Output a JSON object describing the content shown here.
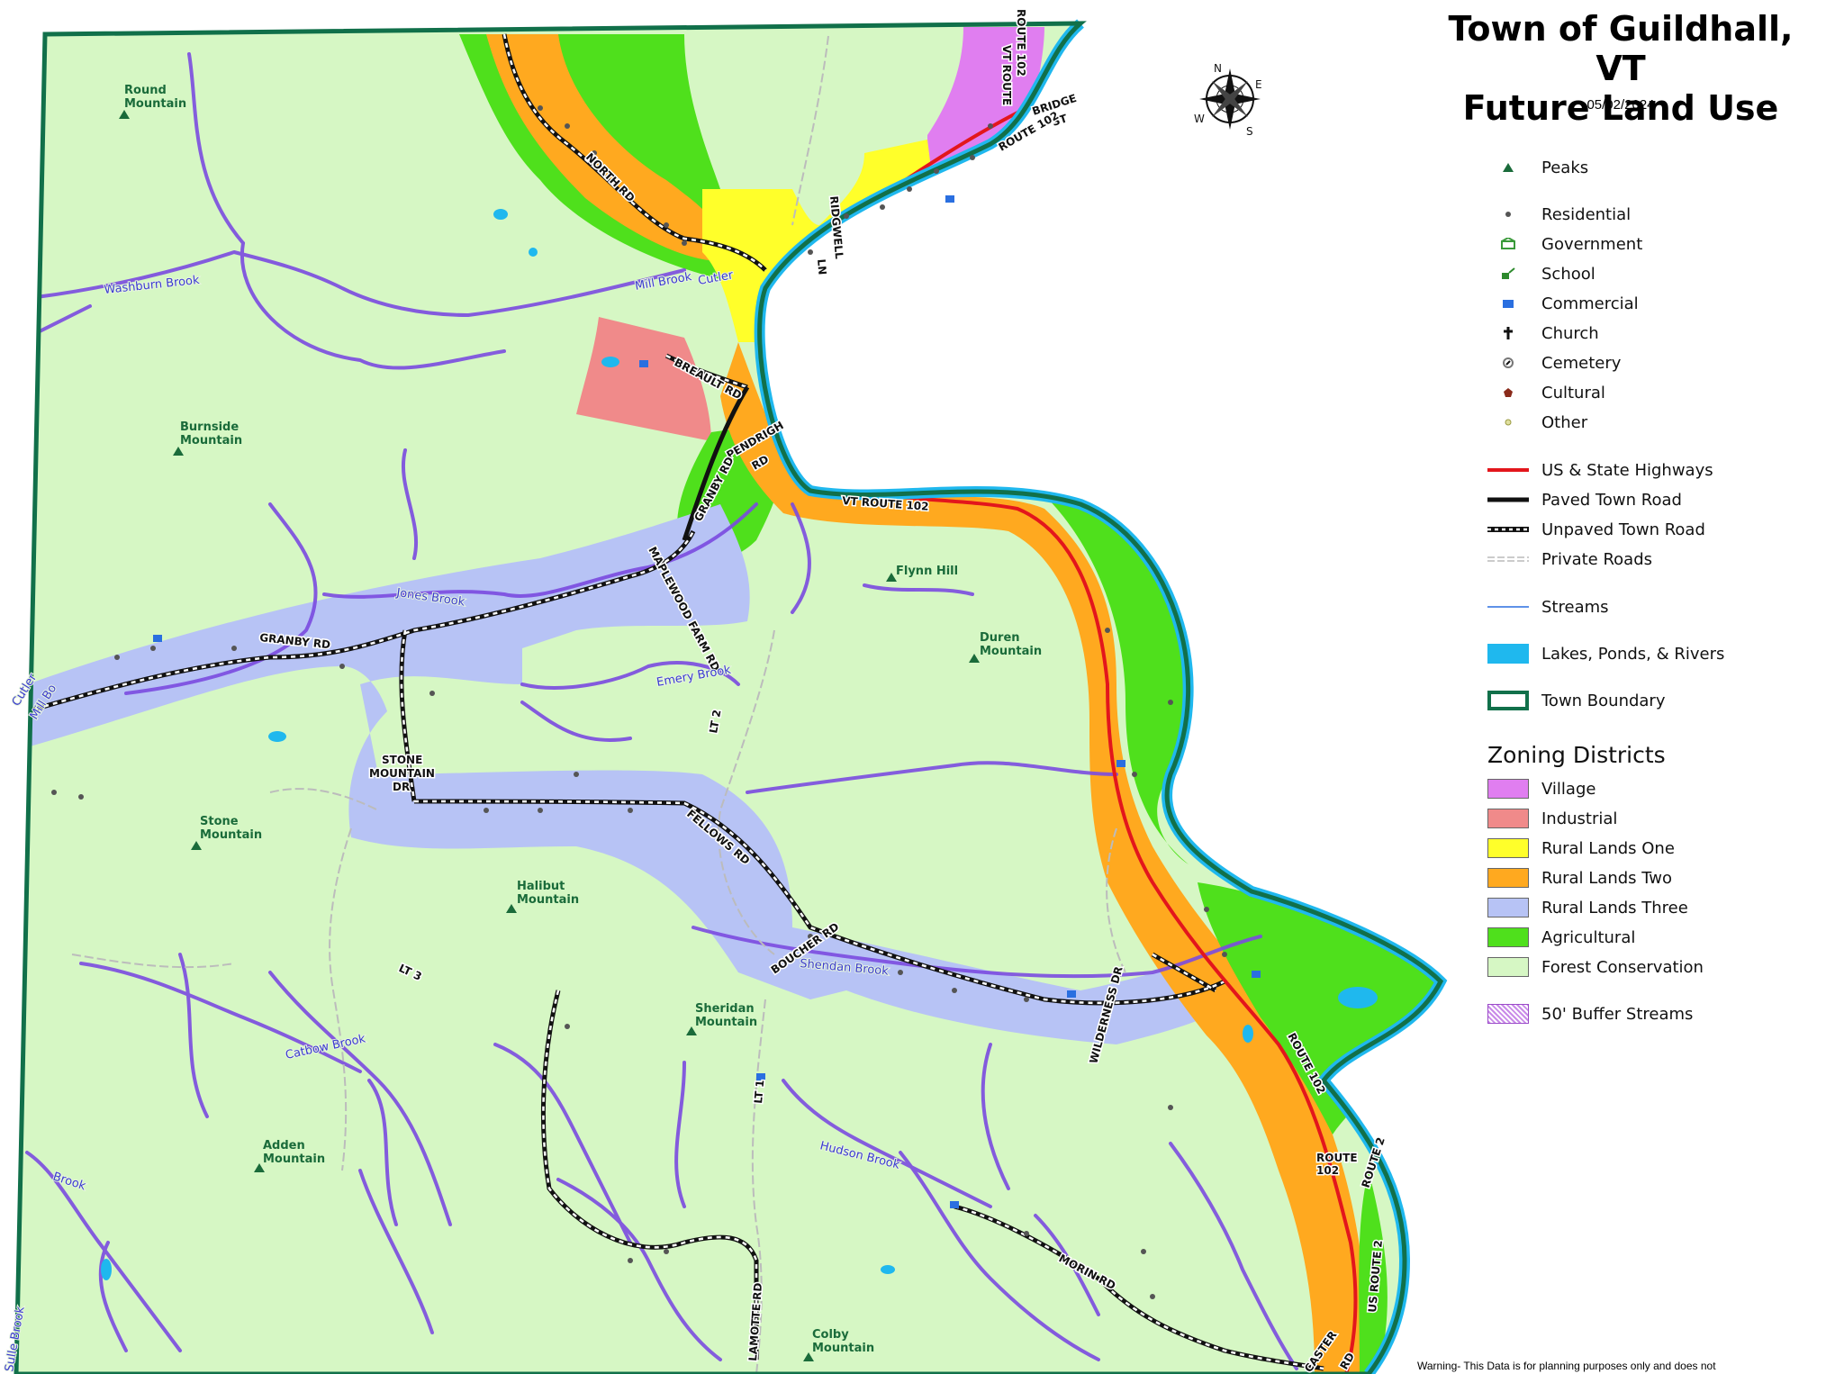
{
  "title_line1": "Town of Guildhall, VT",
  "title_line2": "Future Land Use",
  "date": "05/02/2024",
  "compass": {
    "n": "N",
    "e": "E",
    "s": "S",
    "w": "W"
  },
  "colors": {
    "village": "#e07ef0",
    "industrial": "#f08a8a",
    "rural_one": "#ffff2a",
    "rural_two": "#ffa91f",
    "rural_three": "#b7c3f5",
    "agricultural": "#4fe01c",
    "forest": "#d6f7c4",
    "water": "#1fb8ee",
    "boundary": "#11704a",
    "highway": "#e3161c",
    "streams": "#7b4be0"
  },
  "legend": {
    "points": [
      {
        "label": "Peaks",
        "icon": "peak-triangle-icon"
      },
      {
        "label": "Residential",
        "icon": "residential-dot-icon"
      },
      {
        "label": "Government",
        "icon": "government-icon"
      },
      {
        "label": "School",
        "icon": "school-icon"
      },
      {
        "label": "Commercial",
        "icon": "commercial-icon"
      },
      {
        "label": "Church",
        "icon": "church-icon"
      },
      {
        "label": "Cemetery",
        "icon": "cemetery-icon"
      },
      {
        "label": "Cultural",
        "icon": "cultural-icon"
      },
      {
        "label": "Other",
        "icon": "other-icon"
      }
    ],
    "lines": [
      {
        "label": "US & State Highways"
      },
      {
        "label": "Paved Town Road"
      },
      {
        "label": "Unpaved Town Road"
      },
      {
        "label": "Private Roads"
      },
      {
        "label": "Streams"
      },
      {
        "label": "Lakes, Ponds, & Rivers"
      },
      {
        "label": "Town Boundary"
      }
    ],
    "zoning_title": "Zoning Districts",
    "zones": [
      {
        "label": "Village"
      },
      {
        "label": "Industrial"
      },
      {
        "label": "Rural Lands One"
      },
      {
        "label": "Rural Lands Two"
      },
      {
        "label": "Rural Lands Three"
      },
      {
        "label": "Agricultural"
      },
      {
        "label": "Forest Conservation"
      }
    ],
    "buffer": "50' Buffer Streams"
  },
  "peaks": [
    [
      "Round",
      "Mountain"
    ],
    [
      "Burnside",
      "Mountain"
    ],
    [
      "Flynn Hill"
    ],
    [
      "Duren",
      "Mountain"
    ],
    [
      "Stone",
      "Mountain"
    ],
    [
      "Halibut",
      "Mountain"
    ],
    [
      "Sheridan",
      "Mountain"
    ],
    [
      "Adden",
      "Mountain"
    ],
    [
      "Colby",
      "Mountain"
    ]
  ],
  "roads": {
    "route102_top": "ROUTE 102",
    "vt_route_top": "VT ROUTE",
    "bridge": "BRIDGE",
    "st": "ST",
    "route102_village": "ROUTE 102",
    "north_rd": "NORTH RD",
    "ridgewell": "RIDGWELL",
    "ln": "LN",
    "breault": "BREAULT RD",
    "pendrigh": "PENDRIGH",
    "rd": "RD",
    "granby_rd_up": "GRANBY RD",
    "vt_route_102": "VT ROUTE 102",
    "maplewood": "MAPLEWOOD FARM RD",
    "granby_rd": "GRANBY RD",
    "stone_mtn_1": "STONE",
    "stone_mtn_2": "MOUNTAIN",
    "stone_mtn_3": "DR",
    "fellows": "FELLOWS RD",
    "boucher": "BOUCHER RD",
    "wilderness": "WILDERNESS DR",
    "lt2": "LT 2",
    "lt3": "LT 3",
    "lt1": "LT 1",
    "lamotte": "LAMOTTE RD",
    "morin": "MORIN RD",
    "route102_s": "ROUTE 102",
    "route102_s2": "ROUTE",
    "route102_s3": "102",
    "route2": "ROUTE 2",
    "us_route2": "US ROUTE 2",
    "caster": "CASTER",
    "caster_rd": "RD"
  },
  "streams": {
    "washburn": "Washburn Brook",
    "mill": "Mill Brook",
    "cutler": "Cutler",
    "jones": "Jones Brook",
    "emery": "Emery Brook",
    "shendan": "Shendan Brook",
    "catbow": "Catbow Brook",
    "hudson": "Hudson Brook",
    "cutler_w": "Cutler",
    "mill_w": "Mill Bo",
    "sw": "Brook",
    "s_bottom": "Sulle Brook"
  },
  "warning": "Warning- This Data is for planning purposes only and does not"
}
